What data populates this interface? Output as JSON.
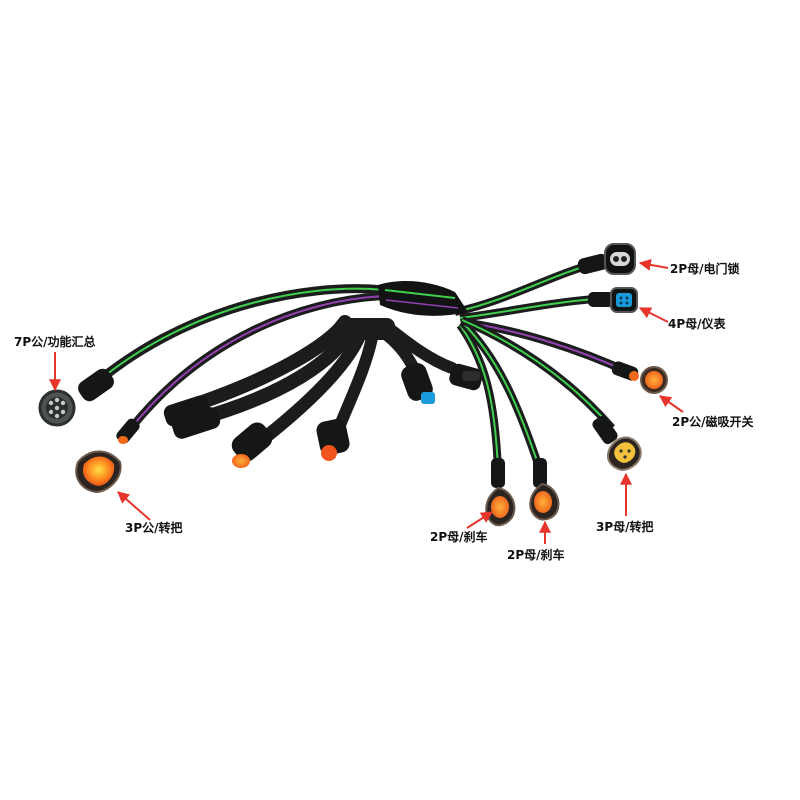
{
  "labels": {
    "lock": "2P母/电门锁",
    "meter": "4P母/仪表",
    "magnetic_switch": "2P公/磁吸开关",
    "function_hub": "7P公/功能汇总",
    "throttle_male": "3P公/转把",
    "brake_left": "2P母/刹车",
    "brake_right": "2P母/刹车",
    "throttle_female": "3P母/转把"
  },
  "colors": {
    "cable": "#1b1d1c",
    "green_stripe": "#3fcf4f",
    "purple_stripe": "#9340b0",
    "connector_orange": "#f06a1c",
    "connector_orange_light": "#ffb43a",
    "connector_blue": "#1a9ad8",
    "callout_arrow": "#e8352c"
  },
  "icons": {
    "connector_face_7p": "round-7-pin-socket-icon",
    "connector_face_blue": "blue-4-pin-socket-icon",
    "connector_face_orange": "orange-2-pin-socket-icon",
    "connector_face_triangle": "triangular-3-pin-socket-icon"
  }
}
